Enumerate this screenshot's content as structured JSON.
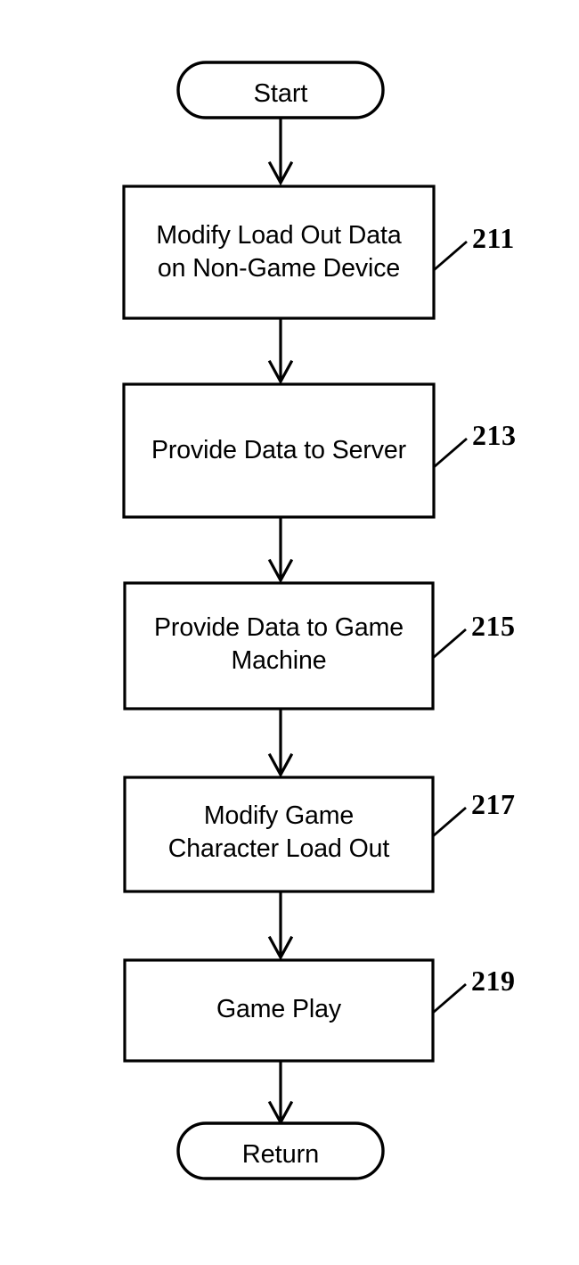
{
  "figure": {
    "type": "patent-flowchart",
    "background_color": "#ffffff",
    "stroke_color": "#000000",
    "orientation": "vertical-top-to-bottom"
  },
  "nodes": {
    "start": {
      "label": "Start",
      "shape": "stadium"
    },
    "step_211": {
      "label": "Modify Load Out Data\non Non-Game Device",
      "shape": "rectangle",
      "ref": "211"
    },
    "step_213": {
      "label": "Provide Data to Server",
      "shape": "rectangle",
      "ref": "213"
    },
    "step_215": {
      "label": "Provide Data to Game\nMachine",
      "shape": "rectangle",
      "ref": "215"
    },
    "step_217": {
      "label": "Modify Game\nCharacter Load Out",
      "shape": "rectangle",
      "ref": "217"
    },
    "step_219": {
      "label": "Game Play",
      "shape": "rectangle",
      "ref": "219"
    },
    "return": {
      "label": "Return",
      "shape": "stadium"
    }
  },
  "connectors": [
    {
      "from": "start",
      "to": "step_211",
      "arrow": "chevron-down"
    },
    {
      "from": "step_211",
      "to": "step_213",
      "arrow": "chevron-down"
    },
    {
      "from": "step_213",
      "to": "step_215",
      "arrow": "chevron-down"
    },
    {
      "from": "step_215",
      "to": "step_217",
      "arrow": "chevron-down"
    },
    {
      "from": "step_217",
      "to": "step_219",
      "arrow": "chevron-down"
    },
    {
      "from": "step_219",
      "to": "return",
      "arrow": "chevron-down"
    }
  ]
}
